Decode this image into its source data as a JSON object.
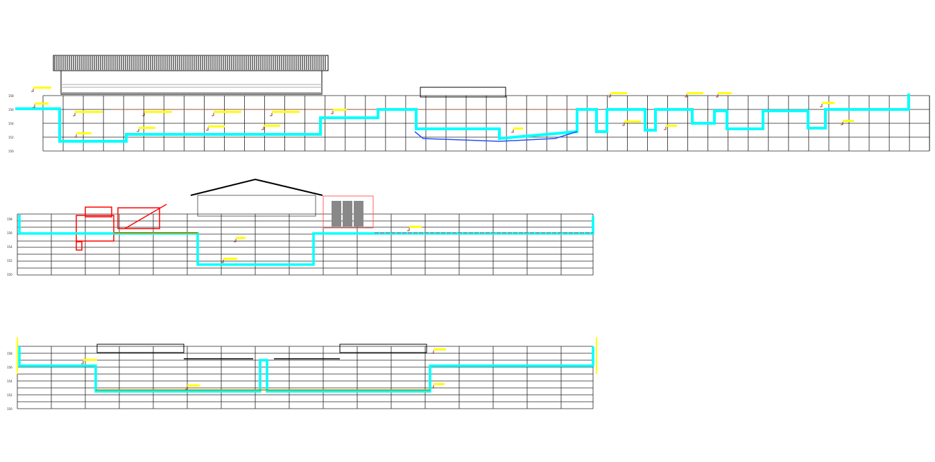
{
  "colors": {
    "background": "#ffffff",
    "grid": "#222222",
    "pipe": "#00ffff",
    "annotation": "#ffff00",
    "leader": "#7a0000",
    "equipment": "#ff0000",
    "water_level": "#b0522c"
  },
  "sections": [
    {
      "id": "profile-1",
      "elevation_labels": [
        "158",
        "156",
        "154",
        "152",
        "150"
      ]
    },
    {
      "id": "profile-2",
      "elevation_labels": [
        "158",
        "156",
        "154",
        "152",
        "150"
      ]
    },
    {
      "id": "profile-3",
      "elevation_labels": [
        "158",
        "156",
        "154",
        "152",
        "150"
      ]
    }
  ]
}
